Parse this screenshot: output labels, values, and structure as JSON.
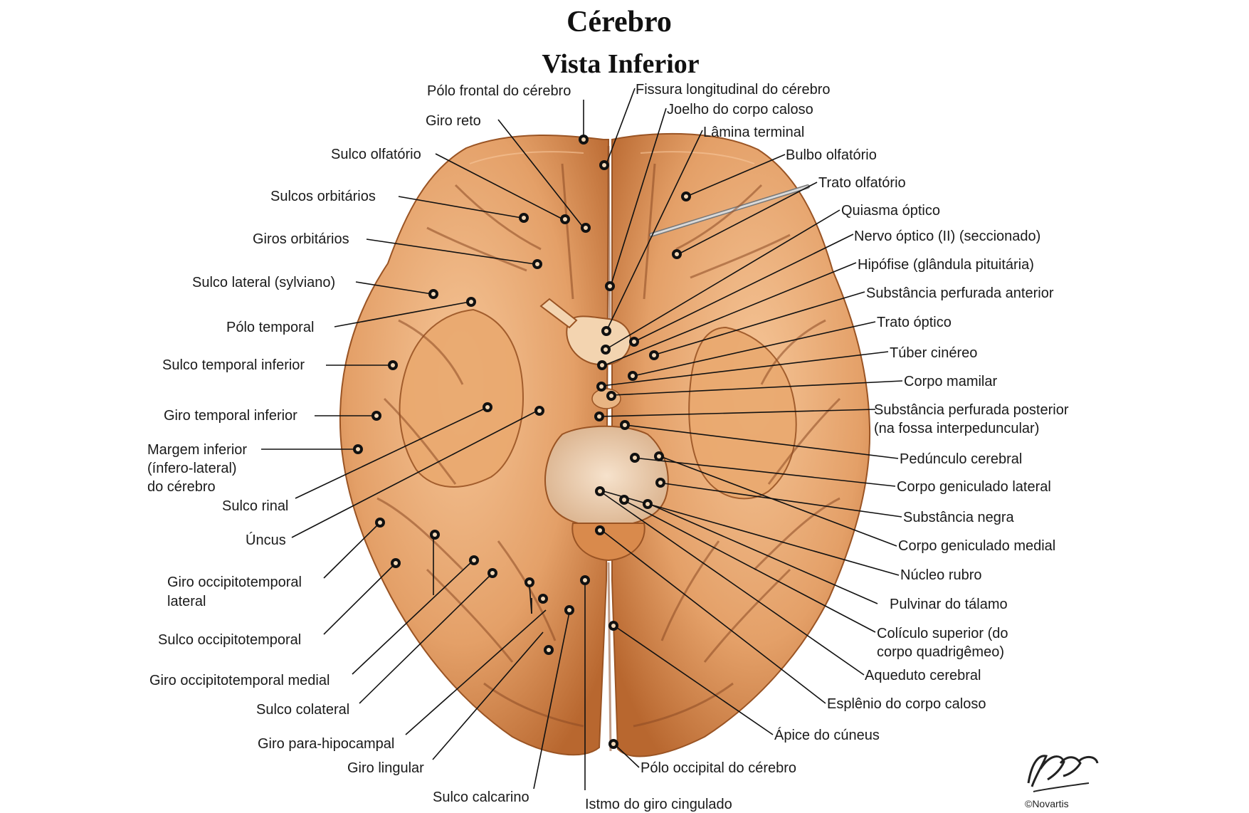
{
  "title": "Cérebro",
  "subtitle": "Vista Inferior",
  "copyright": "©Novartis",
  "signature": "F. Netter",
  "colors": {
    "brain_light": "#f2b987",
    "brain_mid": "#d98a4c",
    "brain_dark": "#a65a28",
    "sulcus": "#8c4a24",
    "label": "#1a1a1a"
  },
  "labels": {
    "left": [
      "Pólo frontal do cérebro",
      "Giro reto",
      "Sulco olfatório",
      "Sulcos orbitários",
      "Giros orbitários",
      "Sulco lateral (sylviano)",
      "Pólo temporal",
      "Sulco temporal inferior",
      "Giro temporal inferior",
      "Margem inferior",
      "(ínfero-lateral)",
      "do cérebro",
      "Sulco rinal",
      "Úncus",
      "Giro occipitotemporal",
      "lateral",
      "Sulco occipitotemporal",
      "Giro occipitotemporal medial",
      "Sulco colateral",
      "Giro para-hipocampal",
      "Giro lingular",
      "Sulco calcarino",
      "Istmo do giro cingulado"
    ],
    "right": [
      "Fissura longitudinal do cérebro",
      "Joelho do corpo caloso",
      "Lâmina terminal",
      "Bulbo olfatório",
      "Trato olfatório",
      "Quiasma óptico",
      "Nervo óptico (II) (seccionado)",
      "Hipófise (glândula pituitária)",
      "Substância perfurada anterior",
      "Trato óptico",
      "Túber cinéreo",
      "Corpo mamilar",
      "Substância perfurada posterior",
      "(na fossa interpeduncular)",
      "Pedúnculo cerebral",
      "Corpo geniculado lateral",
      "Substância negra",
      "Corpo geniculado medial",
      "Núcleo rubro",
      "Pulvinar do tálamo",
      "Colículo superior (do",
      "corpo quadrigêmeo)",
      "Aqueduto cerebral",
      "Esplênio do corpo caloso",
      "Ápice do cúneus",
      "Pólo occipital do cérebro"
    ]
  }
}
